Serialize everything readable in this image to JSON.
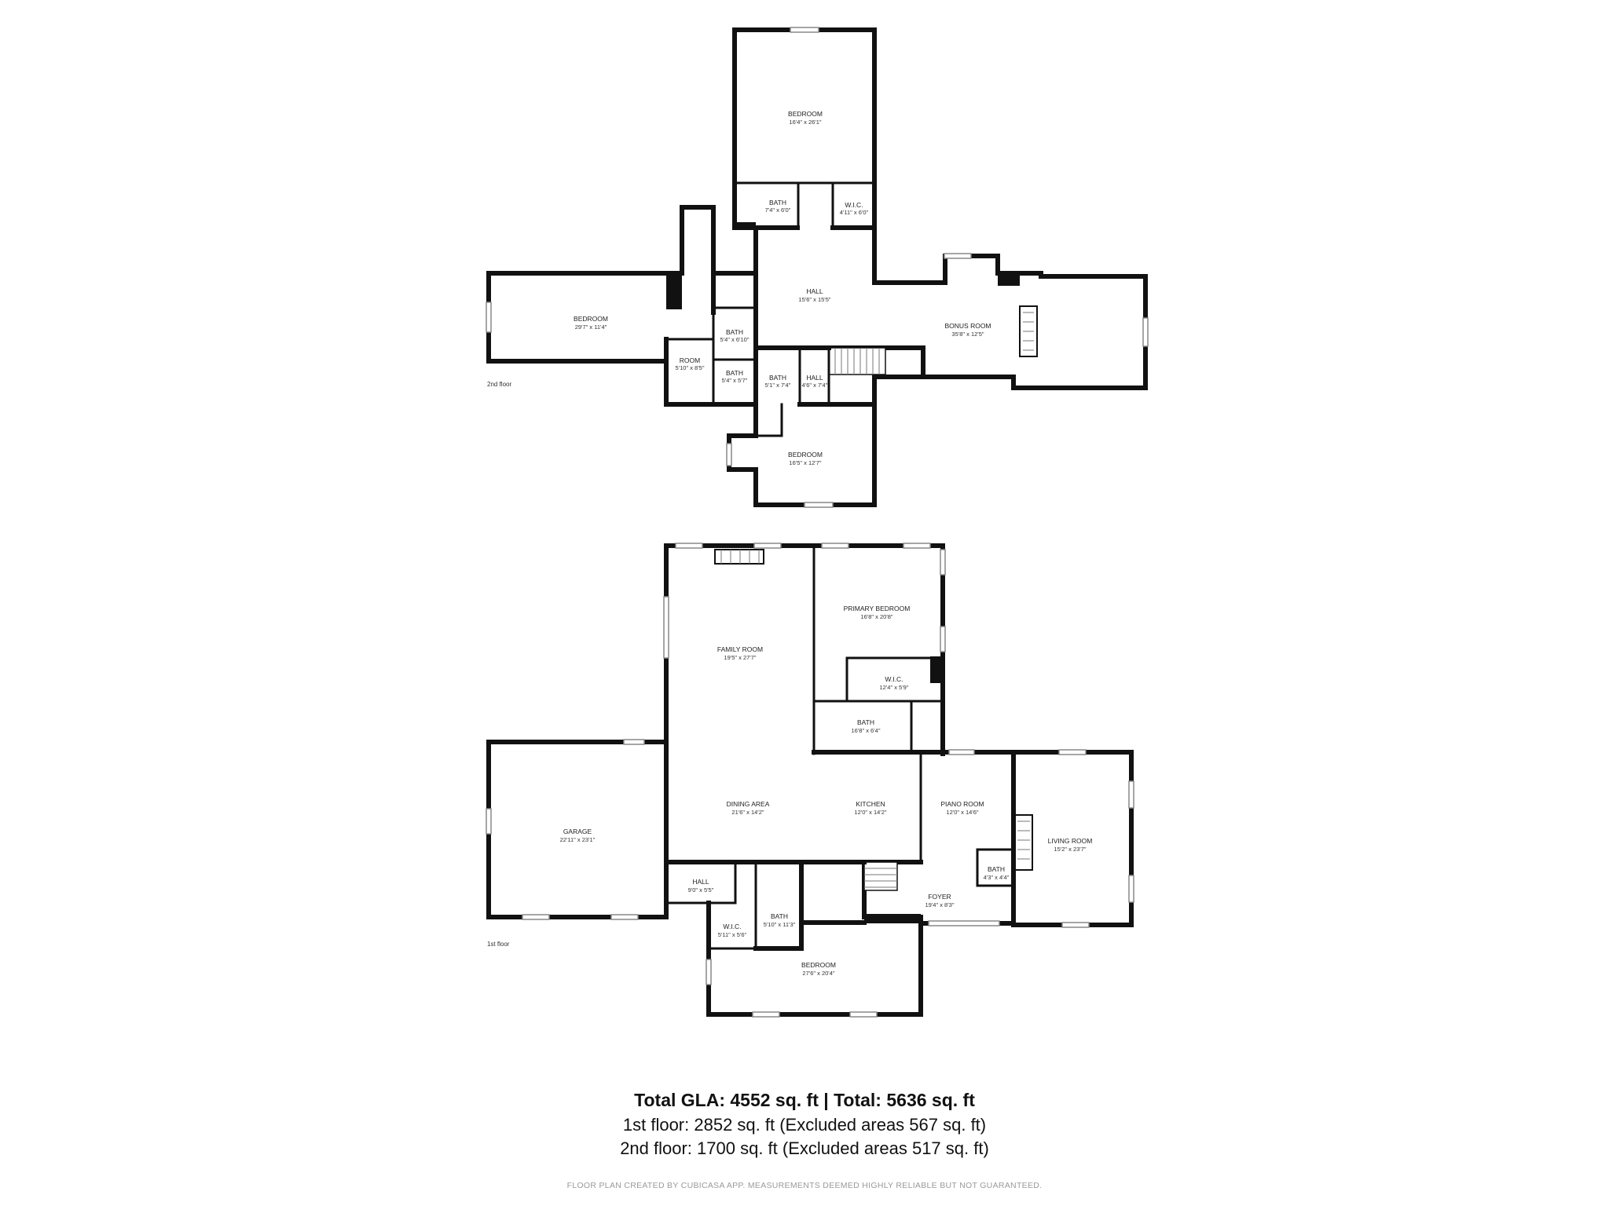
{
  "floors": {
    "second": {
      "label": "2nd floor",
      "rooms": [
        {
          "name": "BEDROOM",
          "dims": "16'4\" x 26'1\""
        },
        {
          "name": "BATH",
          "dims": "7'4\" x 6'0\""
        },
        {
          "name": "W.I.C.",
          "dims": "4'11\" x 6'0\""
        },
        {
          "name": "HALL",
          "dims": "15'6\" x 15'5\""
        },
        {
          "name": "BEDROOM",
          "dims": "29'7\" x 11'4\""
        },
        {
          "name": "BATH",
          "dims": "5'4\" x 6'10\""
        },
        {
          "name": "ROOM",
          "dims": "5'10\" x 8'5\""
        },
        {
          "name": "BATH",
          "dims": "5'4\" x 5'7\""
        },
        {
          "name": "BATH",
          "dims": "5'1\" x 7'4\""
        },
        {
          "name": "HALL",
          "dims": "4'6\" x 7'4\""
        },
        {
          "name": "BONUS ROOM",
          "dims": "35'8\" x 12'5\""
        },
        {
          "name": "BEDROOM",
          "dims": "16'5\" x 12'7\""
        }
      ]
    },
    "first": {
      "label": "1st floor",
      "rooms": [
        {
          "name": "FAMILY ROOM",
          "dims": "19'5\" x 27'7\""
        },
        {
          "name": "PRIMARY BEDROOM",
          "dims": "16'8\" x 20'8\""
        },
        {
          "name": "W.I.C.",
          "dims": "12'4\" x 5'9\""
        },
        {
          "name": "BATH",
          "dims": "16'8\" x 6'4\""
        },
        {
          "name": "GARAGE",
          "dims": "22'11\" x 23'1\""
        },
        {
          "name": "DINING AREA",
          "dims": "21'6\" x 14'2\""
        },
        {
          "name": "KITCHEN",
          "dims": "12'0\" x 14'2\""
        },
        {
          "name": "PIANO ROOM",
          "dims": "12'0\" x 14'6\""
        },
        {
          "name": "LIVING ROOM",
          "dims": "15'2\" x 23'7\""
        },
        {
          "name": "BATH",
          "dims": "4'3\" x 4'4\""
        },
        {
          "name": "FOYER",
          "dims": "19'4\" x 8'3\""
        },
        {
          "name": "HALL",
          "dims": "9'0\" x 5'5\""
        },
        {
          "name": "BATH",
          "dims": "5'10\" x 11'3\""
        },
        {
          "name": "W.I.C.",
          "dims": "5'11\" x 5'6\""
        },
        {
          "name": "BEDROOM",
          "dims": "27'6\" x 20'4\""
        }
      ]
    }
  },
  "summary": {
    "title": "Total GLA: 4552 sq. ft | Total: 5636 sq. ft",
    "first": "1st floor: 2852 sq. ft (Excluded areas 567 sq. ft)",
    "second": "2nd floor: 1700 sq. ft (Excluded areas 517 sq. ft)"
  },
  "credit": "FLOOR PLAN CREATED BY CUBICASA APP. MEASUREMENTS DEEMED HIGHLY RELIABLE BUT NOT GUARANTEED."
}
